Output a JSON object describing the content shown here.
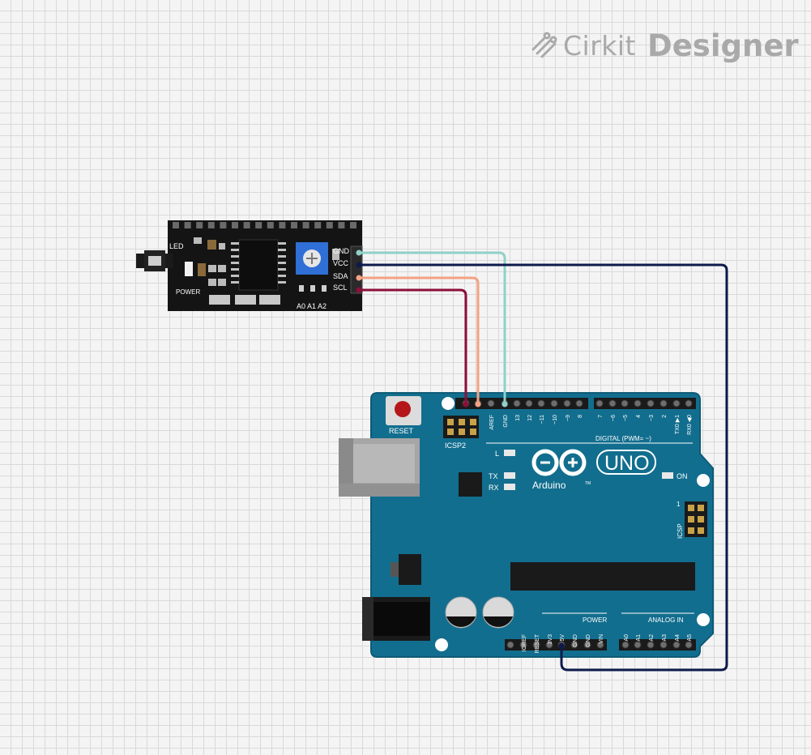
{
  "brand": {
    "cirkit": "Cirkit",
    "designer": "Designer",
    "icon": "cirkit-logo-icon"
  },
  "lcd_module": {
    "led_label": "LED",
    "power_label": "POWER",
    "address_labels": "A0 A1 A2",
    "pins": [
      "GND",
      "VCC",
      "SDA",
      "SCL"
    ]
  },
  "arduino": {
    "reset_label": "RESET",
    "icsp2_label": "ICSP2",
    "icsp_label": "ICSP",
    "icsp_pin1": "1",
    "led_l": "L",
    "led_tx": "TX",
    "led_rx": "RX",
    "led_on": "ON",
    "logo_text": "Arduino",
    "model": "UNO",
    "trademark": "TM",
    "digital_label": "DIGITAL (PWM= ~)",
    "power_label": "POWER",
    "analog_label": "ANALOG IN",
    "top_pins_left": [
      "AREF",
      "GND",
      "13",
      "12",
      "~11",
      "~10",
      "~9",
      "8"
    ],
    "top_pins_right": [
      "7",
      "~6",
      "~5",
      "4",
      "~3",
      "2",
      "TX0 ▶1",
      "RX0 ◀0"
    ],
    "power_pins": [
      "IOREF",
      "RESET",
      "3V3",
      "5V",
      "GND",
      "GND",
      "VIN"
    ],
    "analog_pins": [
      "A0",
      "A1",
      "A2",
      "A3",
      "A4",
      "A5"
    ]
  },
  "wires": [
    {
      "from": "GND",
      "to": "GND",
      "color": "#8fd1c8"
    },
    {
      "from": "VCC",
      "to": "5V",
      "color": "#0d1b4c"
    },
    {
      "from": "SDA",
      "to": "SDA",
      "color": "#f4a283"
    },
    {
      "from": "SCL",
      "to": "SCL",
      "color": "#8b0f3a"
    }
  ],
  "colors": {
    "board": "#126e8e",
    "board_edge": "#0e5b77",
    "lcd_pcb": "#141414",
    "pot": "#2f6fd6"
  }
}
